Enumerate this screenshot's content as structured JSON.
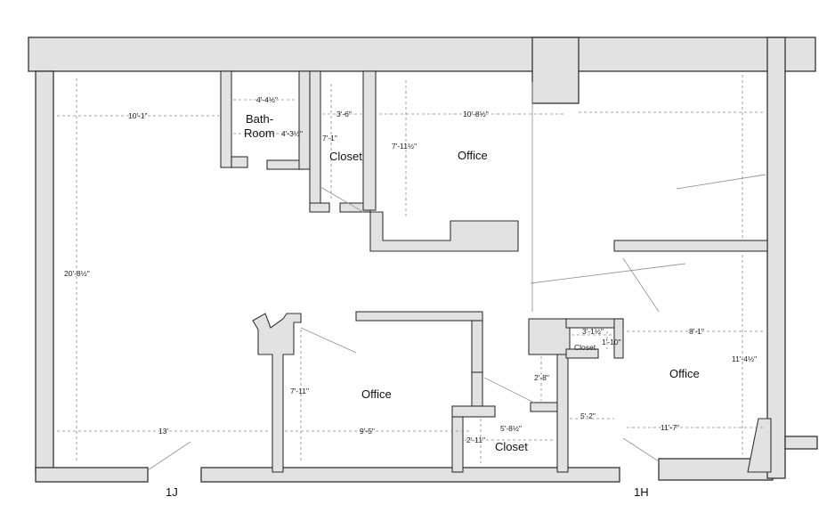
{
  "rooms": {
    "bathroom_line1": "Bath-",
    "bathroom_line2": "Room",
    "closet_top": "Closet",
    "office_top": "Office",
    "office_bottom_left": "Office",
    "closet_bottom": "Closet",
    "closet_small": "Closet",
    "office_right": "Office"
  },
  "dimensions": {
    "d_10_1": "10'-1\"",
    "d_4_4half": "4'-4½\"",
    "d_4_3half": "4'-3½\"",
    "d_3_6": "3'-6\"",
    "d_7_1": "7'-1\"",
    "d_10_8half": "10'-8½\"",
    "d_7_11half": "7'-11½\"",
    "d_20_8half": "20'-8½\"",
    "d_7_11": "7'-11\"",
    "d_13": "13'",
    "d_9_5": "9'-5\"",
    "d_5_8half": "5'-8½\"",
    "d_2_11": "2'-11\"",
    "d_3_1half": "3'-1½\"",
    "d_1_10": "1'-10\"",
    "d_2_8": "2'-8\"",
    "d_5_2": "5'-2\"",
    "d_8_1": "8'-1\"",
    "d_11_4half": "11'-4½\"",
    "d_11_7": "11'-7\""
  },
  "units": {
    "left": "1J",
    "right": "1H"
  }
}
